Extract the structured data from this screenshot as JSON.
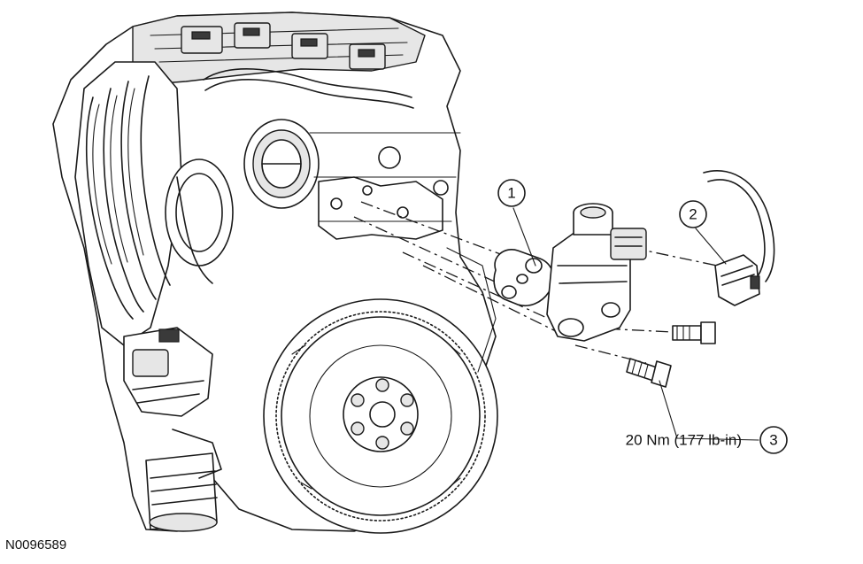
{
  "callouts": [
    {
      "number": "1"
    },
    {
      "number": "2"
    },
    {
      "number": "3"
    }
  ],
  "torque_spec": "20 Nm (177 lb-in)",
  "figure_id": "N0096589"
}
